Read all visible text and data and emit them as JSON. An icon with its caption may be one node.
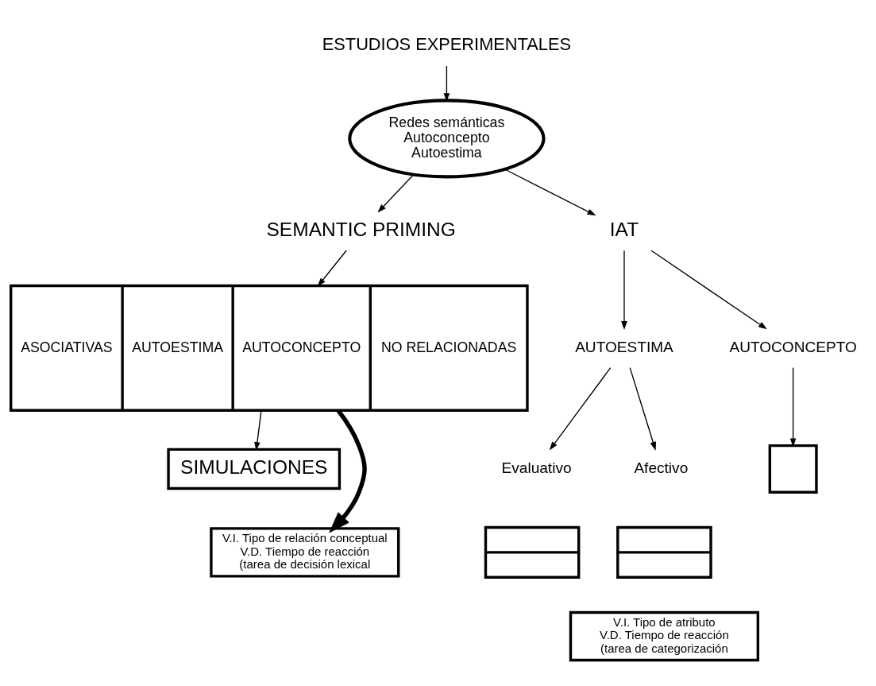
{
  "diagram": {
    "nodes": [
      {
        "text": [
          "ESTUDIOS EXPERIMENTALES"
        ]
      },
      {
        "text": [
          "Redes semánticas Autoconcepto Autoestima"
        ]
      },
      {
        "text": [
          "SEMANTIC PRIMING"
        ]
      },
      {
        "text": [
          "IAT"
        ]
      },
      {
        "text": [
          "ASOCIATIVAS",
          "AUTOESTIMA",
          "AUTOCONCEPTO",
          "NO RELACIONADAS"
        ]
      },
      {
        "text": [
          "SIMULACIONES"
        ]
      },
      {
        "text": [
          "V.I. Tipo de relación conceptual V.D. Tiempo de reacción (tarea de decisión lexical"
        ]
      },
      {
        "text": [
          "AUTOESTIMA"
        ]
      },
      {
        "text": [
          "AUTOCONCEPTO"
        ]
      },
      {
        "text": [
          "Evaluativo"
        ]
      },
      {
        "text": [
          "Afectivo"
        ]
      },
      {
        "text": [],
        "shape": "box"
      },
      {
        "text": [],
        "shape": "box"
      },
      {
        "text": [],
        "shape": "box"
      },
      {
        "text": [
          "V.I. Tipo de atributo V.D. Tiempo de reacción (tarea de categorización"
        ]
      }
    ],
    "edges": [
      {
        "from": 0,
        "to": 1,
        "arrow": "to"
      },
      {
        "from": 1,
        "to": 2,
        "arrow": "to"
      },
      {
        "from": 1,
        "to": 3,
        "arrow": "to"
      },
      {
        "from": 2,
        "to": 4,
        "arrow": "to"
      },
      {
        "from": 4,
        "to": 5,
        "arrow": "to"
      },
      {
        "from": 4,
        "to": 6,
        "arrow": "to",
        "style": "thick"
      },
      {
        "from": 3,
        "to": 7,
        "arrow": "to"
      },
      {
        "from": 3,
        "to": 8,
        "arrow": "to"
      },
      {
        "from": 7,
        "to": 9,
        "arrow": "to"
      },
      {
        "from": 7,
        "to": 10,
        "arrow": "to"
      },
      {
        "from": 8,
        "to": 13,
        "arrow": "to"
      }
    ]
  }
}
